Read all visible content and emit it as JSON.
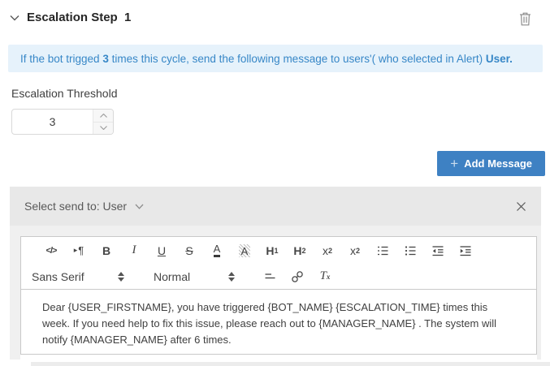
{
  "step": {
    "title": "Escalation Step  1"
  },
  "info_banner": {
    "prefix": "If the bot trigged ",
    "count": "3",
    "middle": " times this cycle, send the following message to users'( who selected in Alert) ",
    "recipient": "User."
  },
  "threshold": {
    "label": "Escalation Threshold",
    "value": "3"
  },
  "add_message": {
    "plus": "+",
    "label": "Add Message"
  },
  "message_card": {
    "send_to": "Select send to: User",
    "editor": {
      "toolbar": {
        "code": "</>",
        "direction_arrow": "▸",
        "direction": "¶",
        "bold": "B",
        "italic": "I",
        "underline": "U",
        "strike": "S",
        "color": "A",
        "background": "A",
        "h1_base": "H",
        "h1_sub": "1",
        "h2_base": "H",
        "h2_sub": "2",
        "sub_base": "x",
        "sub_sub": "2",
        "sup_base": "x",
        "sup_sup": "2",
        "clean_base": "T",
        "clean_sub": "x",
        "font": "Sans Serif",
        "format": "Normal"
      },
      "content": "Dear {USER_FIRSTNAME}, you have triggered {BOT_NAME} {ESCALATION_TIME} times this week. If you need help to fix this issue, please reach out to {MANAGER_NAME} . The system will notify {MANAGER_NAME} after 6 times."
    }
  },
  "colors": {
    "accent_blue": "#3e81c3",
    "banner_bg": "#e6f2fb",
    "banner_text": "#3787c7"
  }
}
